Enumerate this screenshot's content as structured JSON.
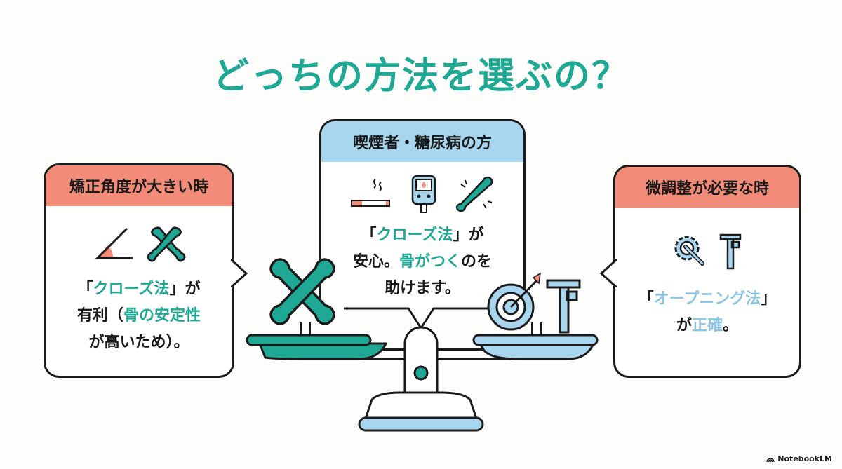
{
  "title": "どっちの方法を選ぶの？",
  "colors": {
    "teal": "#1fa894",
    "coral": "#f28c78",
    "sky": "#a9d6ef",
    "outline": "#1b1b1b"
  },
  "left_card": {
    "header": "矯正角度が大きい時",
    "icons": [
      "angle-icon",
      "crossed-bones-icon"
    ],
    "line1_pre": "「",
    "line1_hl": "クローズ法",
    "line1_post": "」が",
    "line2_pre": "有利（",
    "line2_hl": "骨の安定性",
    "line3": "が高いため）。"
  },
  "center_card": {
    "header": "喫煙者・糖尿病の方",
    "icons": [
      "cigarette-icon",
      "glucose-meter-icon",
      "broken-bone-icon"
    ],
    "line1_pre": "「",
    "line1_hl": "クローズ法",
    "line1_post": "」が",
    "line2_pre": "安心。",
    "line2_hl": "骨がつく",
    "line2_post": "のを",
    "line3": "助けます。"
  },
  "right_card": {
    "header": "微調整が必要な時",
    "icons": [
      "gear-wrench-icon",
      "caliper-icon"
    ],
    "line1_pre": "「",
    "line1_hl": "オープニング法",
    "line1_post": "」",
    "line2_pre": "が",
    "line2_hl": "正確",
    "line2_post": "。"
  },
  "scale": {
    "left_pan_icon": "crossed-bones-icon",
    "right_pan_icons": [
      "target-icon",
      "caliper-icon"
    ]
  },
  "footer": {
    "brand": "NotebookLM"
  }
}
